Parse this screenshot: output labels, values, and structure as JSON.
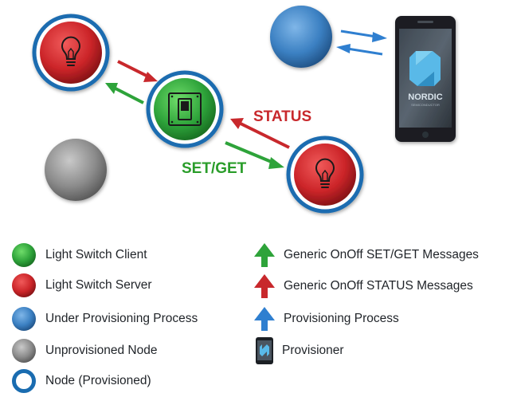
{
  "diagram": {
    "arrow_label_status": "STATUS",
    "arrow_label_setget": "SET/GET",
    "phone_brand": "NORDIC",
    "phone_brand_sub": "SEMICONDUCTOR"
  },
  "legend": {
    "client": "Light Switch Client",
    "server": "Light Switch Server",
    "under_provisioning": "Under Provisioning Process",
    "unprovisioned": "Unprovisioned Node",
    "provisioned": "Node (Provisioned)",
    "setget_messages": "Generic OnOff SET/GET Messages",
    "status_messages": "Generic OnOff STATUS Messages",
    "provisioning_process": "Provisioning Process",
    "provisioner": "Provisioner"
  },
  "colors": {
    "client_green": "#27a038",
    "server_red": "#c8282c",
    "provisioning_blue": "#3b82c4",
    "unprovisioned_gray": "#8a8a8a",
    "ring_blue": "#1a6cb0",
    "status_text": "#c8282c",
    "setget_text": "#2a9d2a"
  },
  "icons": [
    "lightbulb-icon",
    "light-switch-icon",
    "phone-icon",
    "nordic-logo"
  ]
}
